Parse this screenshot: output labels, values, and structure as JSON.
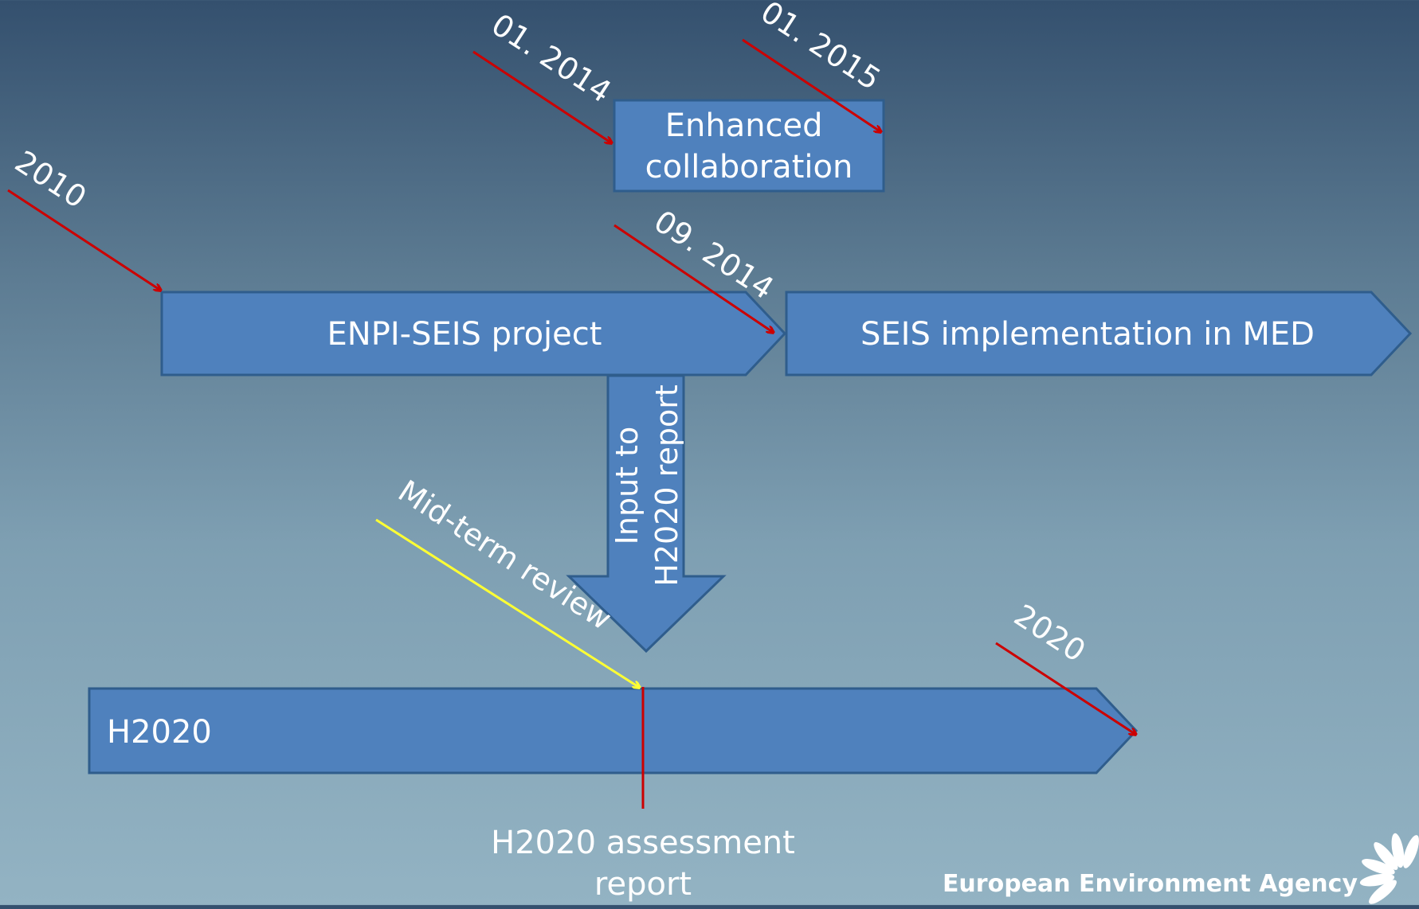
{
  "timeline": {
    "enhanced_collaboration": "Enhanced collaboration",
    "enpi_seis_project": "ENPI-SEIS project",
    "seis_implementation": "SEIS implementation in MED",
    "input_arrow_line1": "Input to",
    "input_arrow_line2": "H2020 report",
    "h2020_bar": "H2020",
    "assessment_report_line1": "H2020 assessment",
    "assessment_report_line2": "report"
  },
  "dates": {
    "start_2010": "2010",
    "enhanced_start": "01. 2014",
    "enhanced_end": "01. 2015",
    "enpi_end": "09. 2014",
    "end_2020": "2020",
    "mid_term": "Mid-term review"
  },
  "footer": {
    "agency": "European Environment Agency"
  },
  "colors": {
    "box_fill": "#4f81bd",
    "box_border": "#2f5d8c",
    "date_arrow": "#cc0000",
    "midterm_arrow": "#ffff33"
  }
}
